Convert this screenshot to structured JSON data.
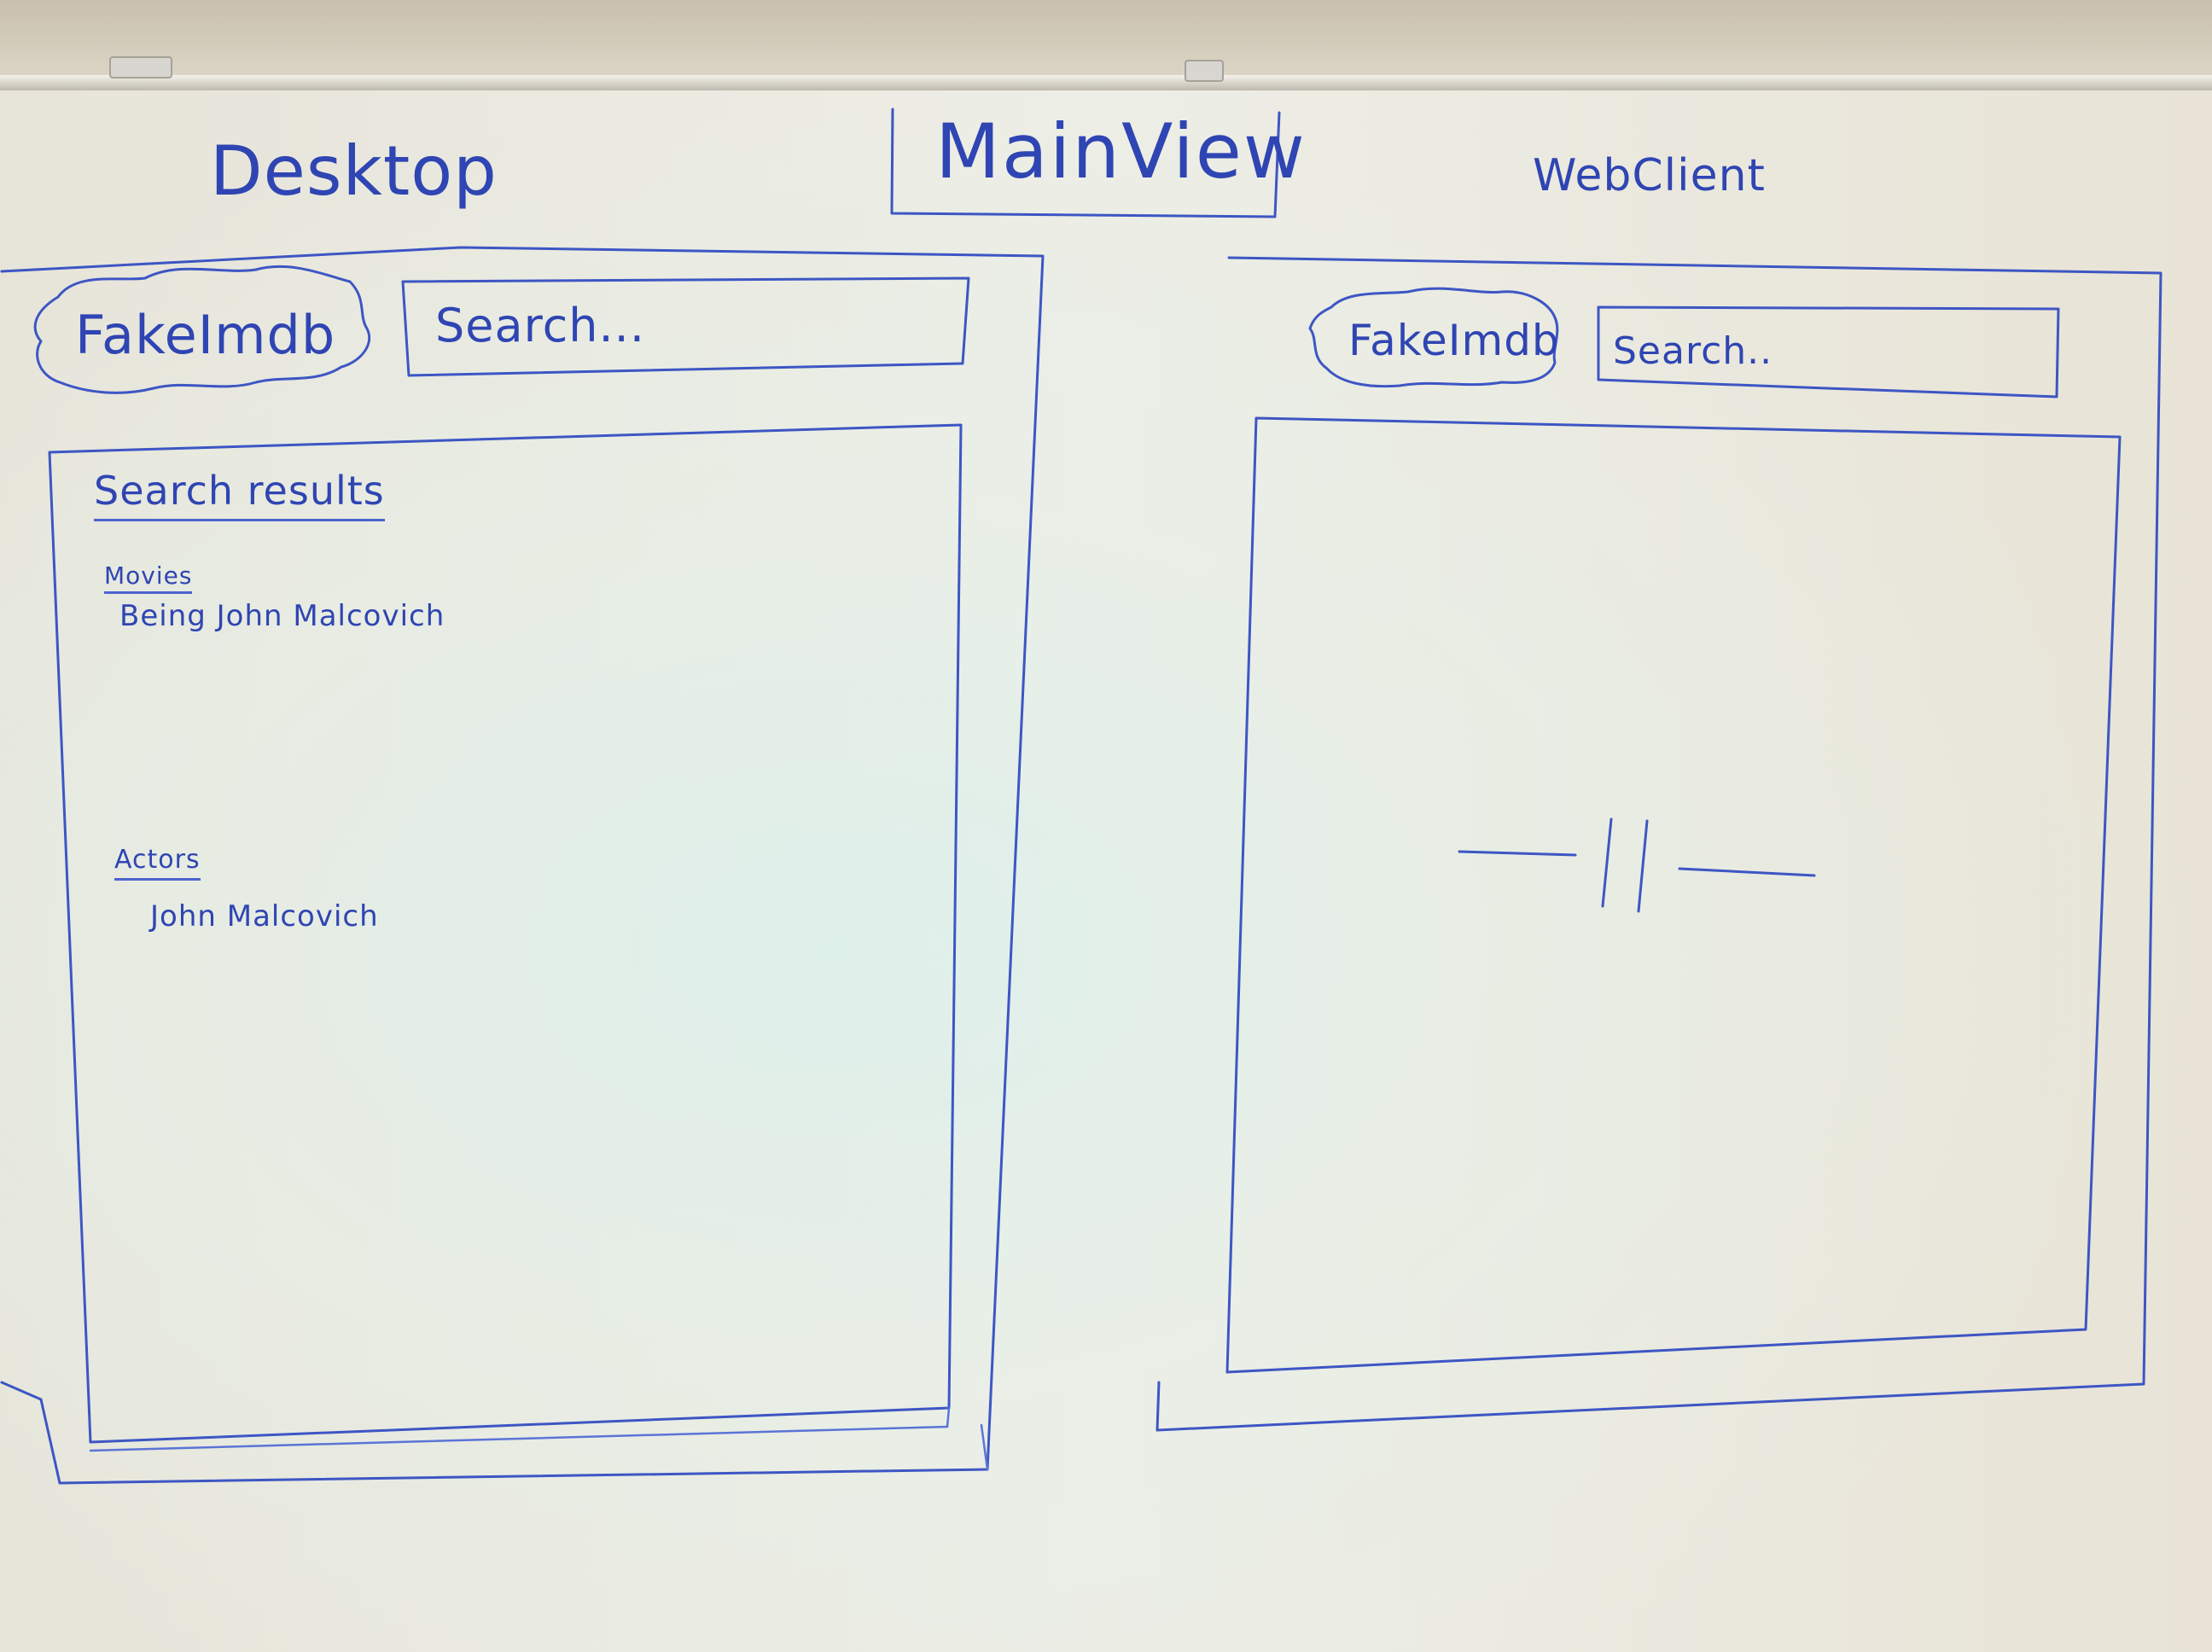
{
  "titles": {
    "desktop": "Desktop",
    "main": "MainView",
    "web": "WebClient"
  },
  "desktop": {
    "logo": "FakeImdb",
    "search_placeholder": "Search...",
    "results_heading": "Search results",
    "movies_heading": "Movies",
    "movie_item": "Being John Malcovich",
    "actors_heading": "Actors",
    "actor_item": "John Malcovich"
  },
  "web": {
    "logo": "FakeImdb",
    "search_placeholder": "Search.."
  },
  "colors": {
    "ink": "#3d56c4",
    "board": "#e9ece4"
  }
}
